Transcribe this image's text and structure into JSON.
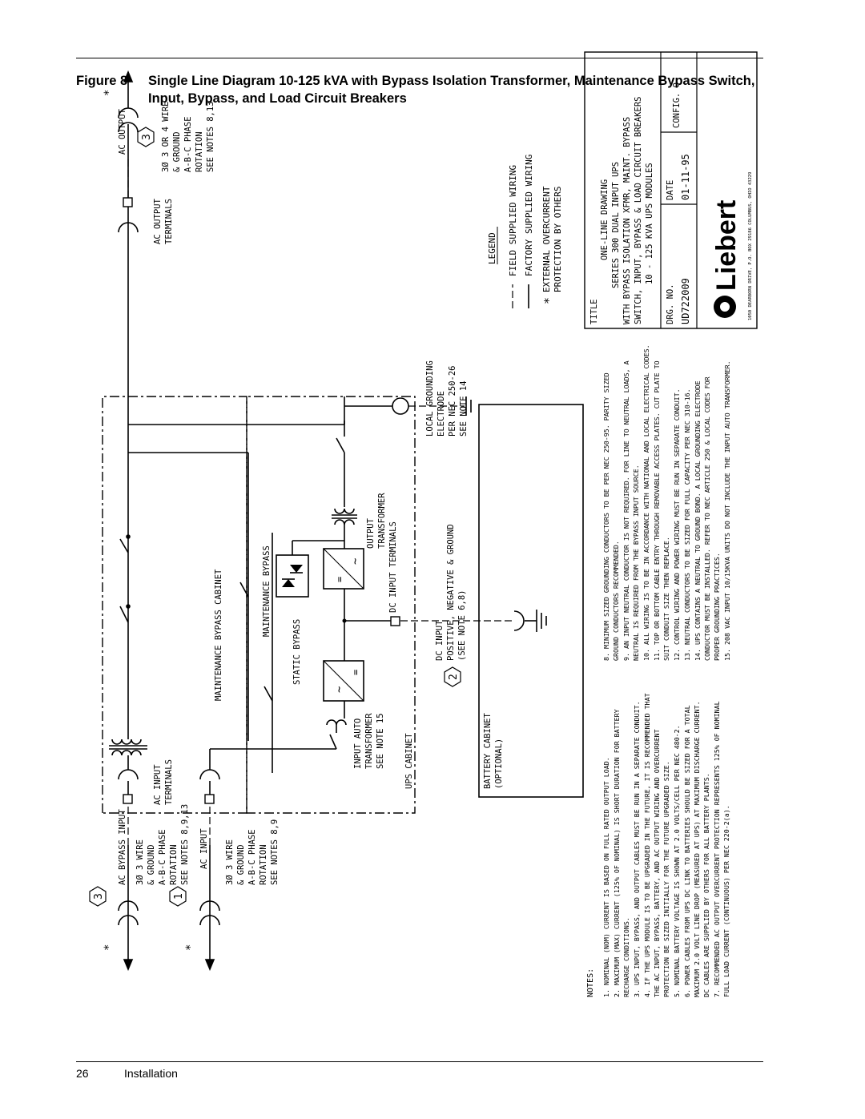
{
  "figure": {
    "label": "Figure 8",
    "title": "Single Line Diagram 10-125 kVA with Bypass Isolation Transformer, Maintenance Bypass Switch, Input, Bypass, and Load Circuit Breakers"
  },
  "footer": {
    "page_number": "26",
    "section": "Installation"
  },
  "diagram": {
    "ac_bypass_input": "AC BYPASS INPUT",
    "bypass_spec": [
      "3Ø 3 WIRE",
      "& GROUND",
      "A-B-C PHASE",
      "ROTATION",
      "SEE NOTES 8,9,13"
    ],
    "ac_input": "AC INPUT",
    "input_spec": [
      "3Ø 3 WIRE",
      "& GROUND",
      "A-B-C PHASE",
      "ROTATION",
      "SEE NOTES 8,9"
    ],
    "ac_output": "AC OUTPUT",
    "output_spec": [
      "3Ø 3 OR 4 WIRE",
      "& GROUND",
      "A-B-C PHASE",
      "ROTATION",
      "SEE NOTES 8,13"
    ],
    "hex_bypass": "3",
    "hex_input": "1",
    "hex_output": "3",
    "hex_dc": "2",
    "ac_input_terminals": [
      "AC INPUT",
      "TERMINALS"
    ],
    "ac_output_terminals": [
      "AC OUTPUT",
      "TERMINALS"
    ],
    "maintenance_bypass_cabinet": "MAINTENANCE BYPASS CABINET",
    "maintenance_bypass": "MAINTENANCE BYPASS",
    "static_bypass": "STATIC BYPASS",
    "input_auto_transformer": [
      "INPUT AUTO",
      "TRANSFORMER",
      "SEE NOTE 15"
    ],
    "ups_cabinet": "UPS CABINET",
    "output_transformer": [
      "OUTPUT",
      "TRANSFORMER"
    ],
    "dc_input_terminals": "DC INPUT TERMINALS",
    "dc_input": [
      "DC INPUT",
      "POSITIVE, NEGATIVE & GROUND",
      "(SEE NOTE 6,8)"
    ],
    "battery_cabinet": [
      "BATTERY CABINET",
      "(OPTIONAL)"
    ],
    "local_grounding": [
      "LOCAL GROUNDING",
      "ELECTRODE",
      "PER NEC 250-26",
      "SEE NOTE 14"
    ],
    "ocp_mark": "*",
    "legend": {
      "title": "LEGEND",
      "field": "FIELD SUPPLIED WIRING",
      "factory": "FACTORY SUPPLIED WIRING",
      "ext": [
        "EXTERNAL OVERCURRENT",
        "PROTECTION BY OTHERS"
      ]
    },
    "notes_title": "NOTES:",
    "notes_left": [
      "1. NOMINAL (NOM) CURRENT IS BASED ON FULL RATED OUTPUT LOAD.",
      "2. MAXIMUM (MAX) CURRENT (125% OF NOMINAL) IS SHORT DURATION FOR BATTERY",
      "   RECHARGE CONDITIONS.",
      "3. UPS INPUT, BYPASS, AND OUTPUT CABLES MUST BE RUN IN A SEPARATE CONDUIT.",
      "4. IF THE UPS MODULE IS TO BE UPGRADED IN THE FUTURE, IT IS RECOMMENDED THAT",
      "   THE AC INPUT, BYPASS, BATTERY, AND AC OUTPUT WIRING AND OVERCURRENT",
      "   PROTECTION BE SIZED INITIALLY FOR THE FUTURE UPGRADED SIZE.",
      "5. NOMINAL BATTERY VOLTAGE IS SHOWN AT 2.0 VOLTS/CELL PER NEC 480-2.",
      "6. POWER CABLES FROM UPS DC LINK TO BATTERIES SHOULD BE SIZED FOR A TOTAL",
      "   MAXIMUM 2.0 VOLT LINE DROP (MEASURED AT UPS) AT MAXIMUM DISCHARGE CURRENT.",
      "   DC CABLES ARE SUPPLIED BY OTHERS FOR ALL BATTERY PLANTS.",
      "7. RECOMMENDED AC OUTPUT OVERCURRENT PROTECTION REPRESENTS 125% OF NOMINAL",
      "   FULL LOAD CURRENT (CONTINUOUS) PER NEC 220-2(a)."
    ],
    "notes_right": [
      "8. MINIMUM SIZED GROUNDING CONDUCTORS TO BE PER NEC 250-95. PARITY SIZED",
      "   GROUND CONDUCTORS RECOMMENDED.",
      "9. AN INPUT NEUTRAL CONDUCTOR IS NOT REQUIRED. FOR LINE TO NEUTRAL LOADS, A",
      "   NEUTRAL IS REQUIRED FROM THE BYPASS INPUT SOURCE.",
      "10. ALL WIRING IS TO BE IN ACCORDANCE WITH NATIONAL AND LOCAL ELECTRICAL CODES.",
      "11. TOP OR BOTTOM CABLE ENTRY THROUGH REMOVABLE ACCESS PLATES. CUT PLATE TO",
      "    SUIT CONDUIT SIZE THEN REPLACE.",
      "12. CONTROL WIRING AND POWER WIRING MUST BE RUN IN SEPARATE CONDUIT.",
      "13. NEUTRAL CONDUCTORS TO BE SIZED FOR FULL CAPACITY PER NEC 310-16.",
      "14. UPS CONTAINS A NEUTRAL TO GROUND BOND. A LOCAL GROUNDING ELECTRODE",
      "    CONDUCTOR MUST BE INSTALLED. REFER TO NEC ARTICLE 250 & LOCAL CODES FOR",
      "    PROPER GROUNDING PRACTICES.",
      "15. 208 VAC INPUT 10/15KVA UNITS DO NOT INCLUDE THE INPUT AUTO TRANSFORMER."
    ],
    "title_block": {
      "title_label": "TITLE",
      "title_lines": [
        "ONE-LINE DRAWING",
        "SERIES 300 DUAL INPUT UPS",
        "WITH BYPASS ISOLATION XFMR, MAINT. BYPASS",
        "SWITCH, INPUT, BYPASS & LOAD CIRCUIT BREAKERS",
        "10 - 125 KVA UPS MODULES"
      ],
      "drg_label": "DRG. NO.",
      "drg_value": "UD722009",
      "date_label": "DATE",
      "date_value": "01-11-95",
      "config_label": "CONFIG. Q",
      "logo": "Liebert",
      "address": "1050 DEARBORN DRIVE, P.O. BOX 29186 COLUMBUS, OHIO 43229"
    }
  }
}
